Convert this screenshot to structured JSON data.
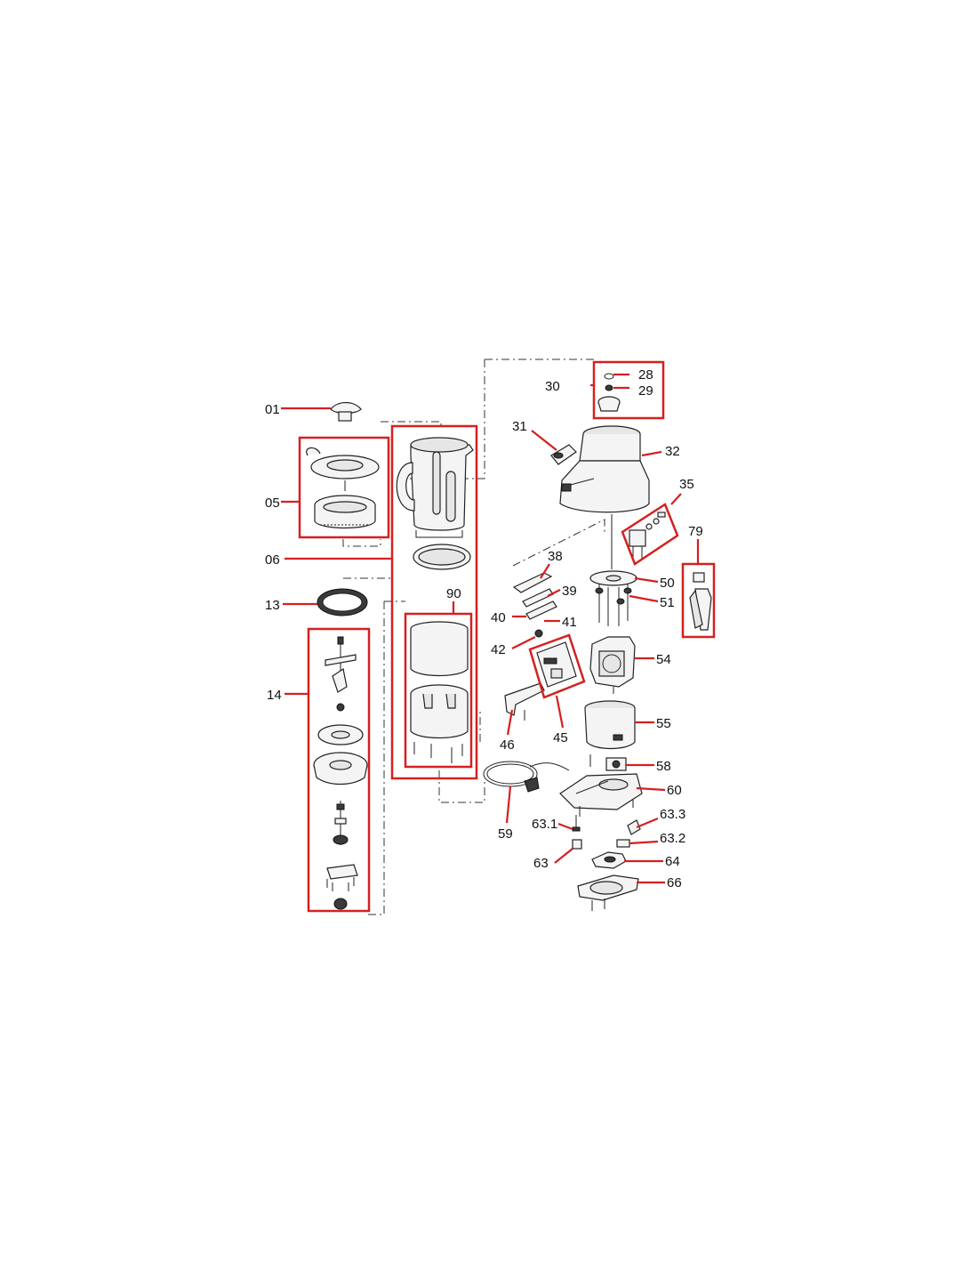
{
  "callouts": {
    "c01": "01",
    "c05": "05",
    "c06": "06",
    "c13": "13",
    "c14": "14",
    "c28": "28",
    "c29": "29",
    "c30": "30",
    "c31": "31",
    "c32": "32",
    "c35": "35",
    "c38": "38",
    "c39": "39",
    "c40": "40",
    "c41": "41",
    "c42": "42",
    "c45": "45",
    "c46": "46",
    "c50": "50",
    "c51": "51",
    "c54": "54",
    "c55": "55",
    "c58": "58",
    "c59": "59",
    "c60": "60",
    "c63": "63",
    "c63_1": "63.1",
    "c63_2": "63.2",
    "c63_3": "63.3",
    "c64": "64",
    "c66": "66",
    "c79": "79",
    "c90": "90"
  },
  "colors": {
    "highlight": "#d42020",
    "line": "#222222",
    "fill": "#f4f4f4"
  }
}
